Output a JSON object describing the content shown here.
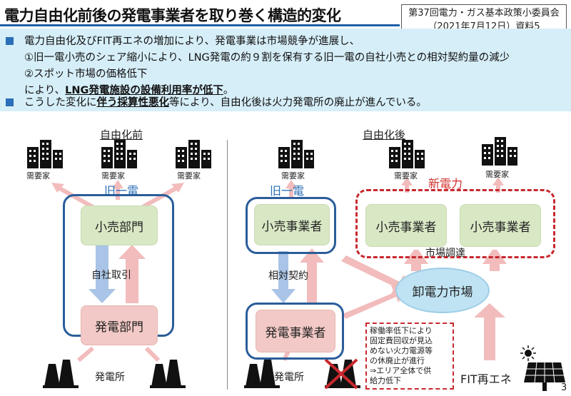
{
  "title": "電力自由化前後の発電事業者を取り巻く構造的変化",
  "source": {
    "line1": "第37回電力・ガス基本政策小委員会",
    "line2": "（2021年7月12日）資料5"
  },
  "summary": {
    "b1_l1": "電力自由化及びFIT再エネの増加により、発電事業は市場競争が進展し、",
    "b1_l2": "①旧一電小売のシェア縮小により、LNG発電の約９割を保有する旧一電の自社小売との相対契約量の減少",
    "b1_l3": "②スポット市場の価格低下",
    "b1_l4a": "により、",
    "b1_l4b": "LNG発電施設の設備利用率が低下",
    "b1_l4c": "。",
    "b2_a": "こうした変化に",
    "b2_b": "伴う採算性悪化",
    "b2_c": "等により、自由化後は火力発電所の廃止が進んでいる。"
  },
  "left": {
    "heading": "自由化前",
    "demand": [
      "需要家",
      "需要家",
      "需要家"
    ],
    "group_label": "旧一電",
    "retail": "小売部門",
    "relation": "自社取引",
    "generation": "発電部門",
    "plant": "発電所"
  },
  "right": {
    "heading": "自由化後",
    "demand": [
      "需要家",
      "需要家",
      "需要家"
    ],
    "incumbent_label": "旧一電",
    "new_power_label": "新電力",
    "retail_incumbent": "小売事業者",
    "retail_new1": "小売事業者",
    "retail_new2": "小売事業者",
    "relation": "相対契約",
    "market_procure": "市場調達",
    "market": "卸電力市場",
    "generation": "発電事業者",
    "plant": "発電所",
    "fit": "FIT再エネ",
    "note": [
      "稼働率低下により",
      "固定費回収が見込",
      "めない火力電源等",
      "の休廃止が進行",
      "⇒エリア全体で供",
      "給力低下"
    ]
  },
  "page_number": "3",
  "colors": {
    "accent_blue": "#2a5d9a",
    "red": "#c8282e",
    "green_box": "#d8e8c4",
    "pink_box": "#f2c9c6",
    "arrow_pink": "#f2bcbc",
    "arrow_blue": "#a9c4e6",
    "summary_bg": "#d6eef8"
  }
}
